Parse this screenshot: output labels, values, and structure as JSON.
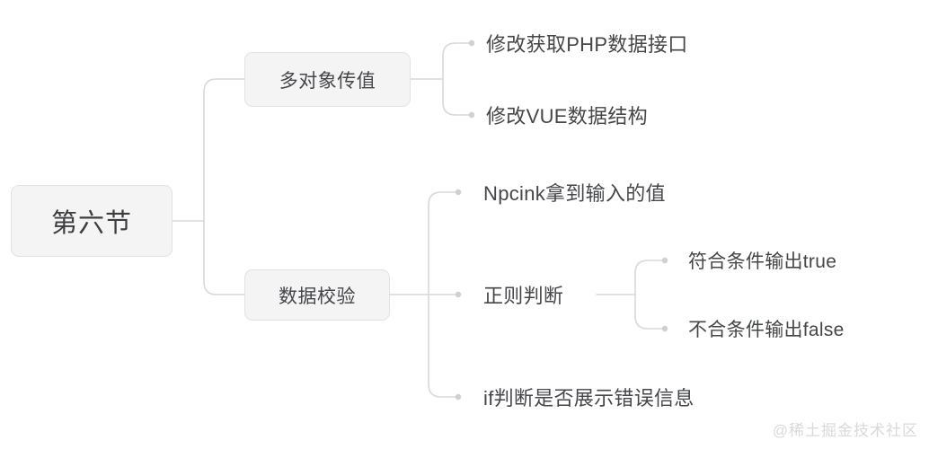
{
  "diagram": {
    "type": "mindmap",
    "title": "第六节",
    "background_color": "#ffffff",
    "node_fill_color": "#f4f4f4",
    "node_border_color": "#e2e2e2",
    "connector_color": "#d8d8d8",
    "text_color": "#45464a"
  },
  "nodes": {
    "root": {
      "label": "第六节"
    },
    "branch_1": {
      "label": "多对象传值"
    },
    "branch_2": {
      "label": "数据校验"
    },
    "leaf_1_1": {
      "label": "修改获取PHP数据接口"
    },
    "leaf_1_2": {
      "label": "修改VUE数据结构"
    },
    "leaf_2_1": {
      "label": "Npcink拿到输入的值"
    },
    "leaf_2_2": {
      "label": "正则判断"
    },
    "leaf_2_3": {
      "label": "if判断是否展示错误信息"
    },
    "leaf_2_2_1": {
      "label": "符合条件输出true"
    },
    "leaf_2_2_2": {
      "label": "不合条件输出false"
    }
  },
  "tree": [
    {
      "label": "第六节",
      "children": [
        {
          "label": "多对象传值",
          "children": [
            {
              "label": "修改获取PHP数据接口"
            },
            {
              "label": "修改VUE数据结构"
            }
          ]
        },
        {
          "label": "数据校验",
          "children": [
            {
              "label": "Npcink拿到输入的值"
            },
            {
              "label": "正则判断",
              "children": [
                {
                  "label": "符合条件输出true"
                },
                {
                  "label": "不合条件输出false"
                }
              ]
            },
            {
              "label": "if判断是否展示错误信息"
            }
          ]
        }
      ]
    }
  ],
  "watermark": {
    "text": "@稀土掘金技术社区"
  }
}
